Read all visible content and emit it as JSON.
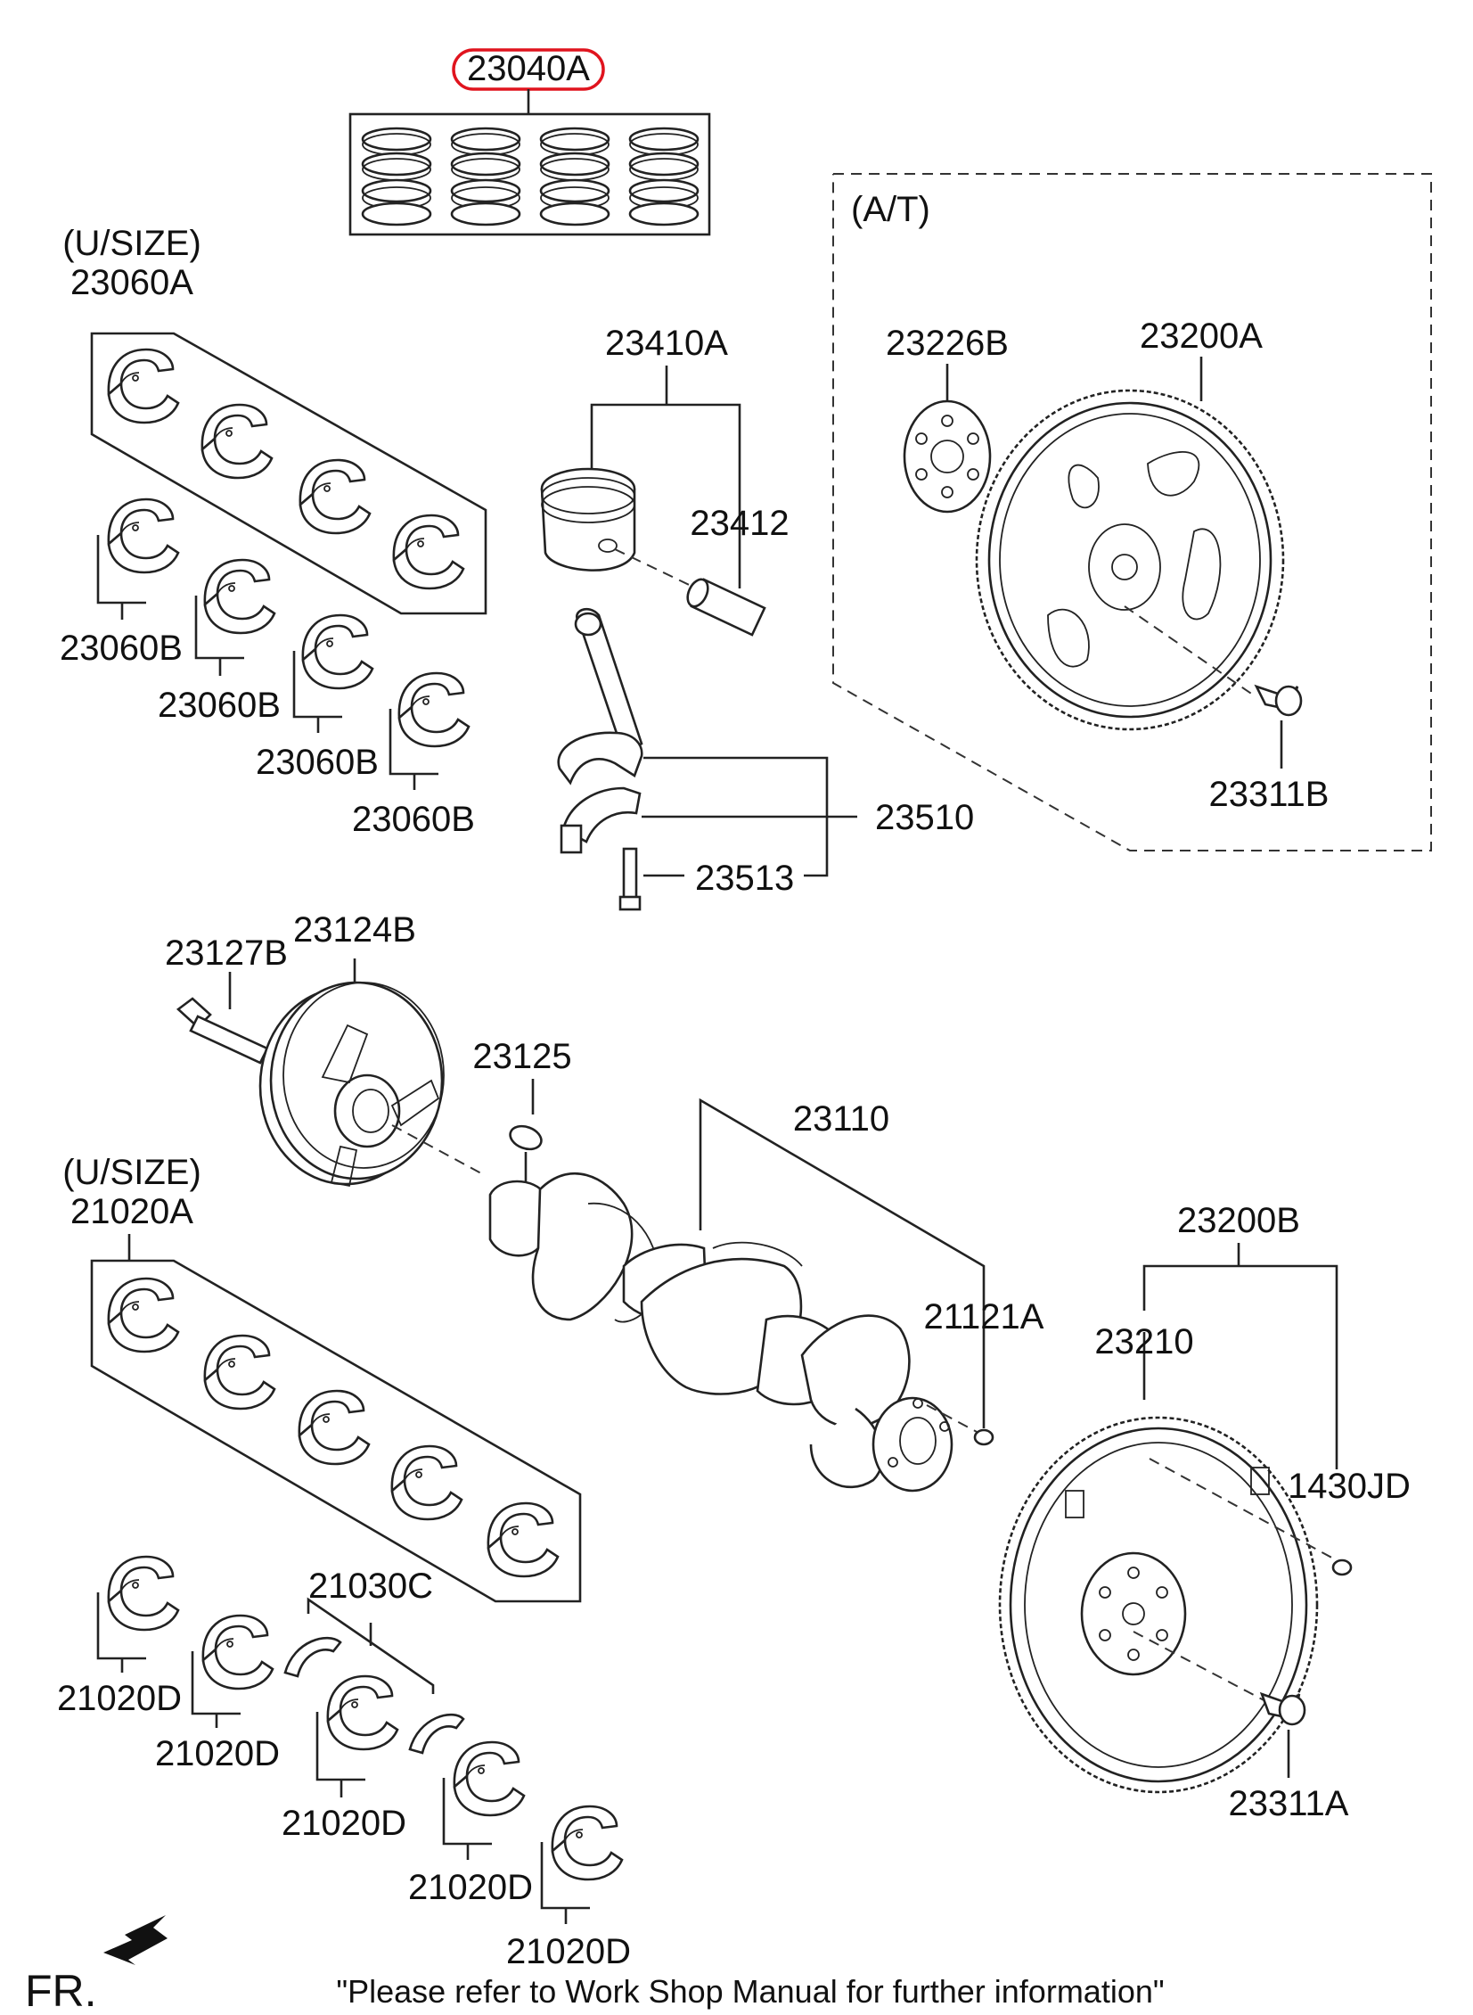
{
  "labels": {
    "l23040A": "23040A",
    "l23060A_usize": "(U/SIZE)",
    "l23060A": "23060A",
    "l23060B_1": "23060B",
    "l23060B_2": "23060B",
    "l23060B_3": "23060B",
    "l23060B_4": "23060B",
    "l23410A": "23410A",
    "l23412": "23412",
    "l23510": "23510",
    "l23513": "23513",
    "l_at": "(A/T)",
    "l23226B": "23226B",
    "l23200A": "23200A",
    "l23311B": "23311B",
    "l23127B": "23127B",
    "l23124B": "23124B",
    "l23125": "23125",
    "l23110": "23110",
    "l21121A": "21121A",
    "l21020A_usize": "(U/SIZE)",
    "l21020A": "21020A",
    "l21030C": "21030C",
    "l21020D_1": "21020D",
    "l21020D_2": "21020D",
    "l21020D_3": "21020D",
    "l21020D_4": "21020D",
    "l21020D_5": "21020D",
    "l23200B": "23200B",
    "l23210": "23210",
    "l1430JD": "1430JD",
    "l23311A": "23311A",
    "fr": "FR.",
    "footer": "\"Please refer to Work Shop Manual for further information\""
  },
  "colors": {
    "highlight": "#e0141e",
    "line": "#222222",
    "background": "#ffffff"
  },
  "icons": {
    "front_direction": "arrow-left-down-icon"
  }
}
